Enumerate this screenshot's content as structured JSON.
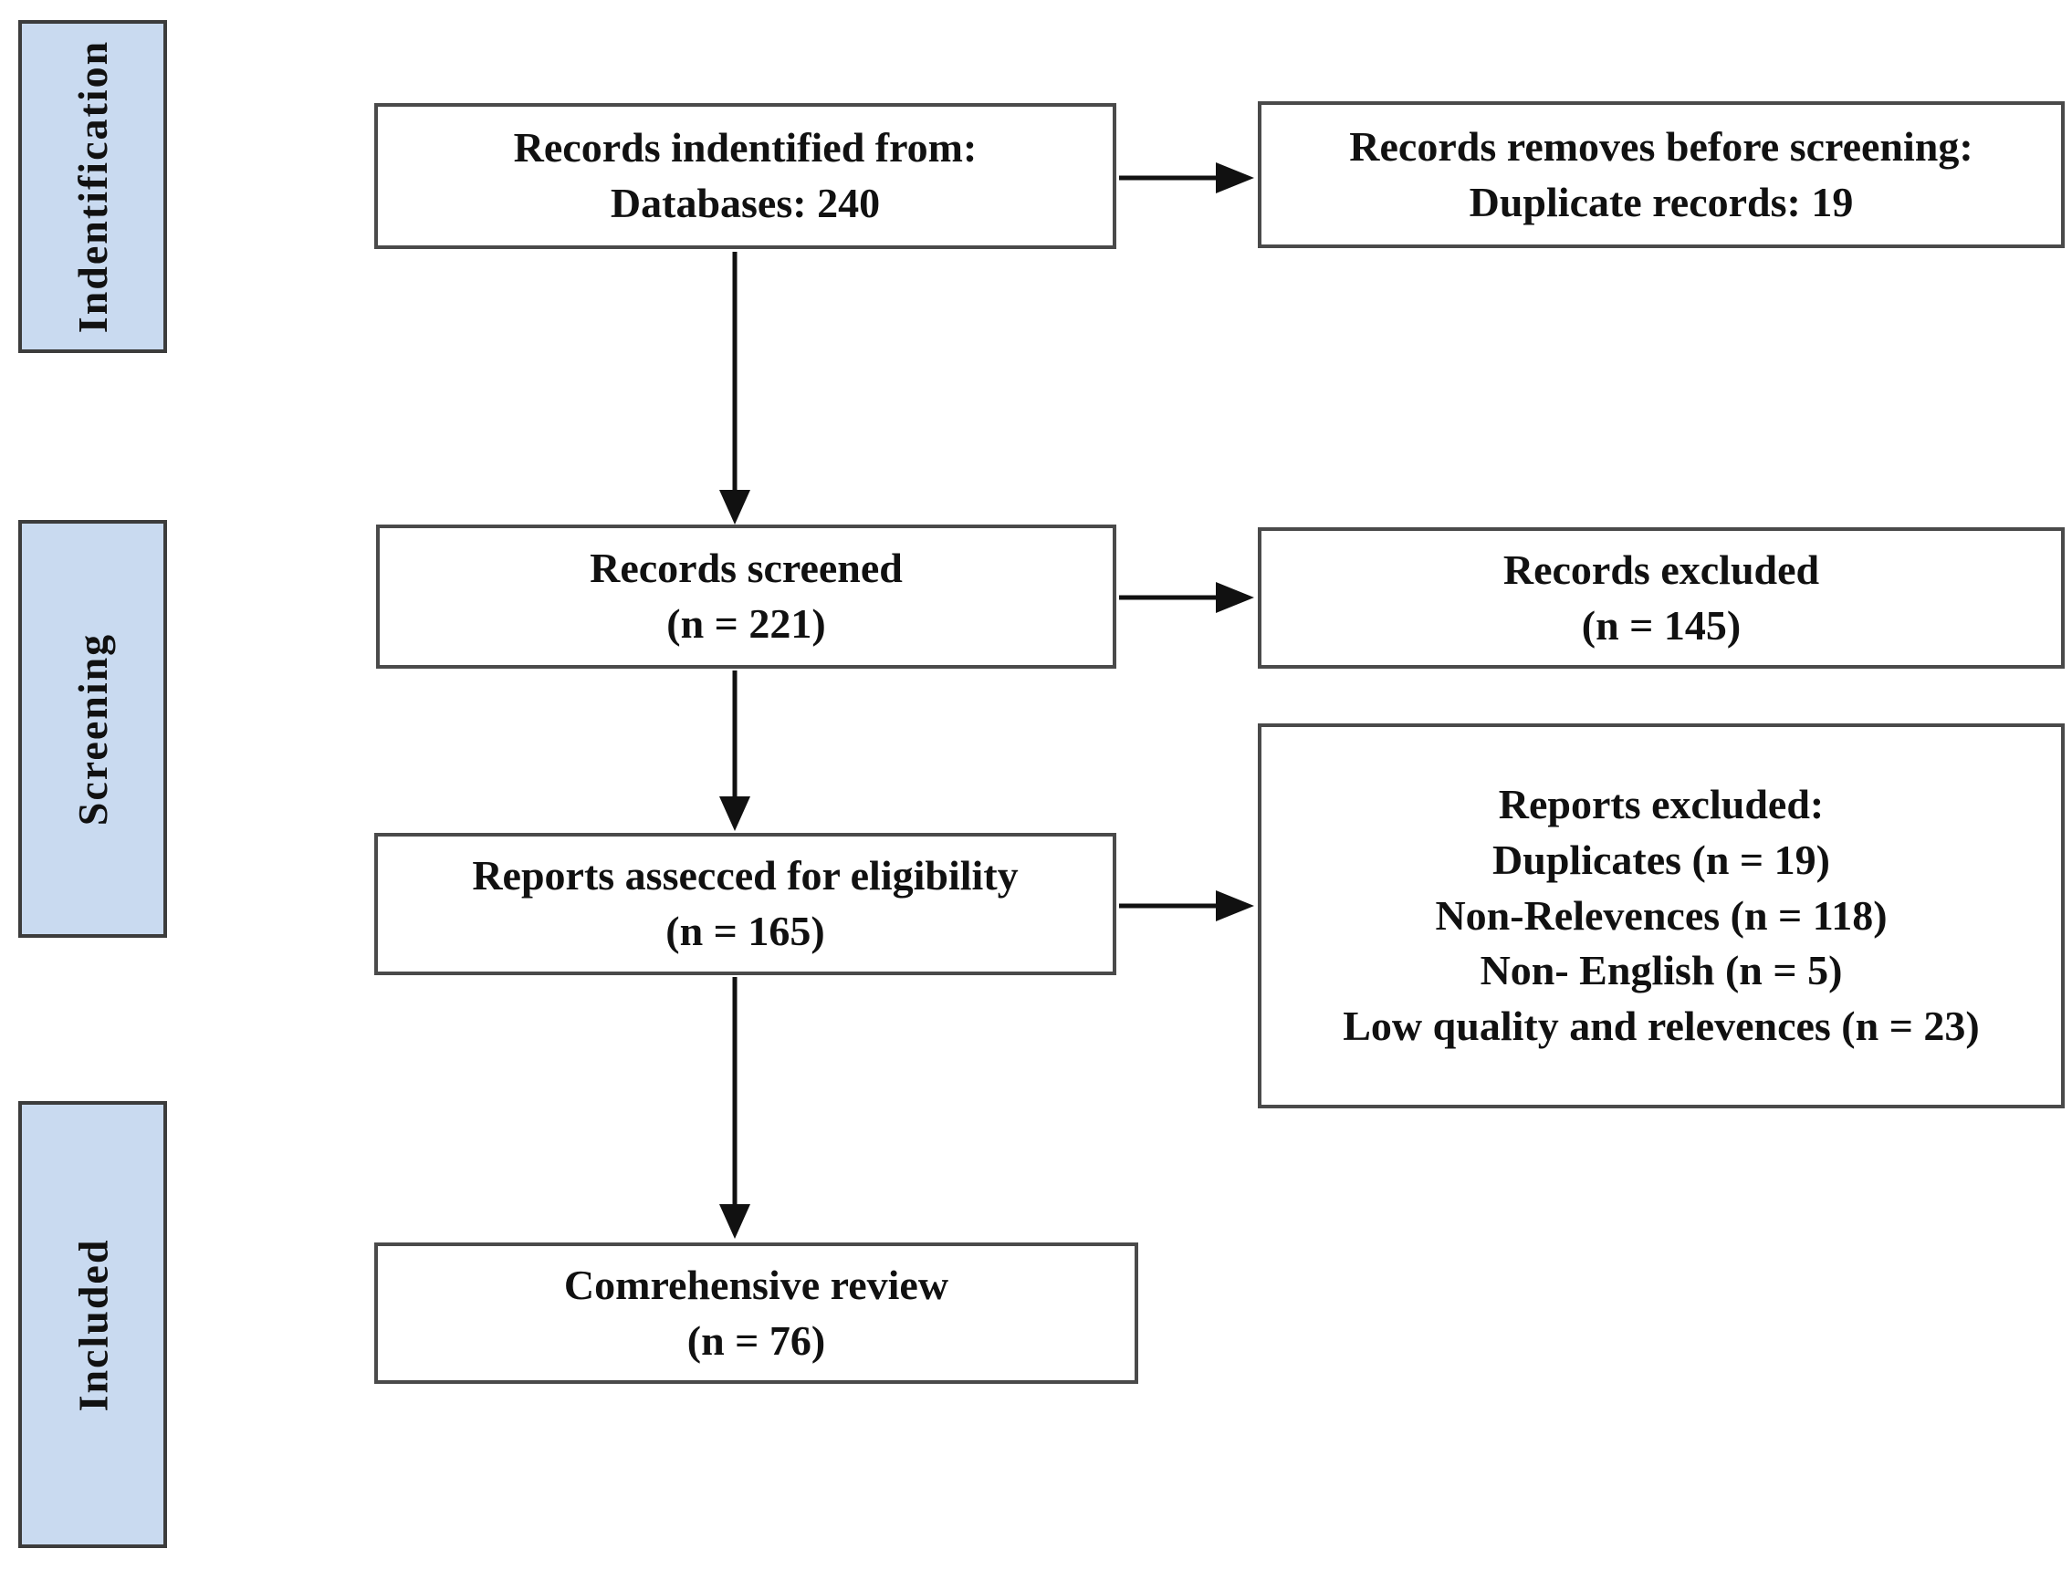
{
  "stages": {
    "identification": {
      "label": "Indentification"
    },
    "screening": {
      "label": "Screening"
    },
    "included": {
      "label": "Included"
    }
  },
  "boxes": {
    "identified": {
      "lines": [
        "Records indentified from:",
        "Databases: 240"
      ]
    },
    "removed": {
      "lines": [
        "Records removes before screening:",
        "Duplicate records: 19"
      ]
    },
    "screened": {
      "lines": [
        "Records screened",
        "(n = 221)"
      ]
    },
    "excluded": {
      "lines": [
        "Records excluded",
        "(n = 145)"
      ]
    },
    "eligibility": {
      "lines": [
        "Reports assecced for eligibility",
        "(n = 165)"
      ]
    },
    "reports_excluded": {
      "lines": [
        "Reports excluded:",
        "Duplicates (n = 19)",
        "Non-Relevences (n = 118)",
        "Non- English (n = 5)",
        "Low quality and relevences (n = 23)"
      ]
    },
    "review": {
      "lines": [
        "Comrehensive review",
        "(n = 76)"
      ]
    }
  },
  "colors": {
    "stage_fill": "#c9daf0",
    "stage_border": "#3c3c3c",
    "box_border": "#4a4a4a",
    "arrow": "#111111",
    "text": "#111111"
  }
}
